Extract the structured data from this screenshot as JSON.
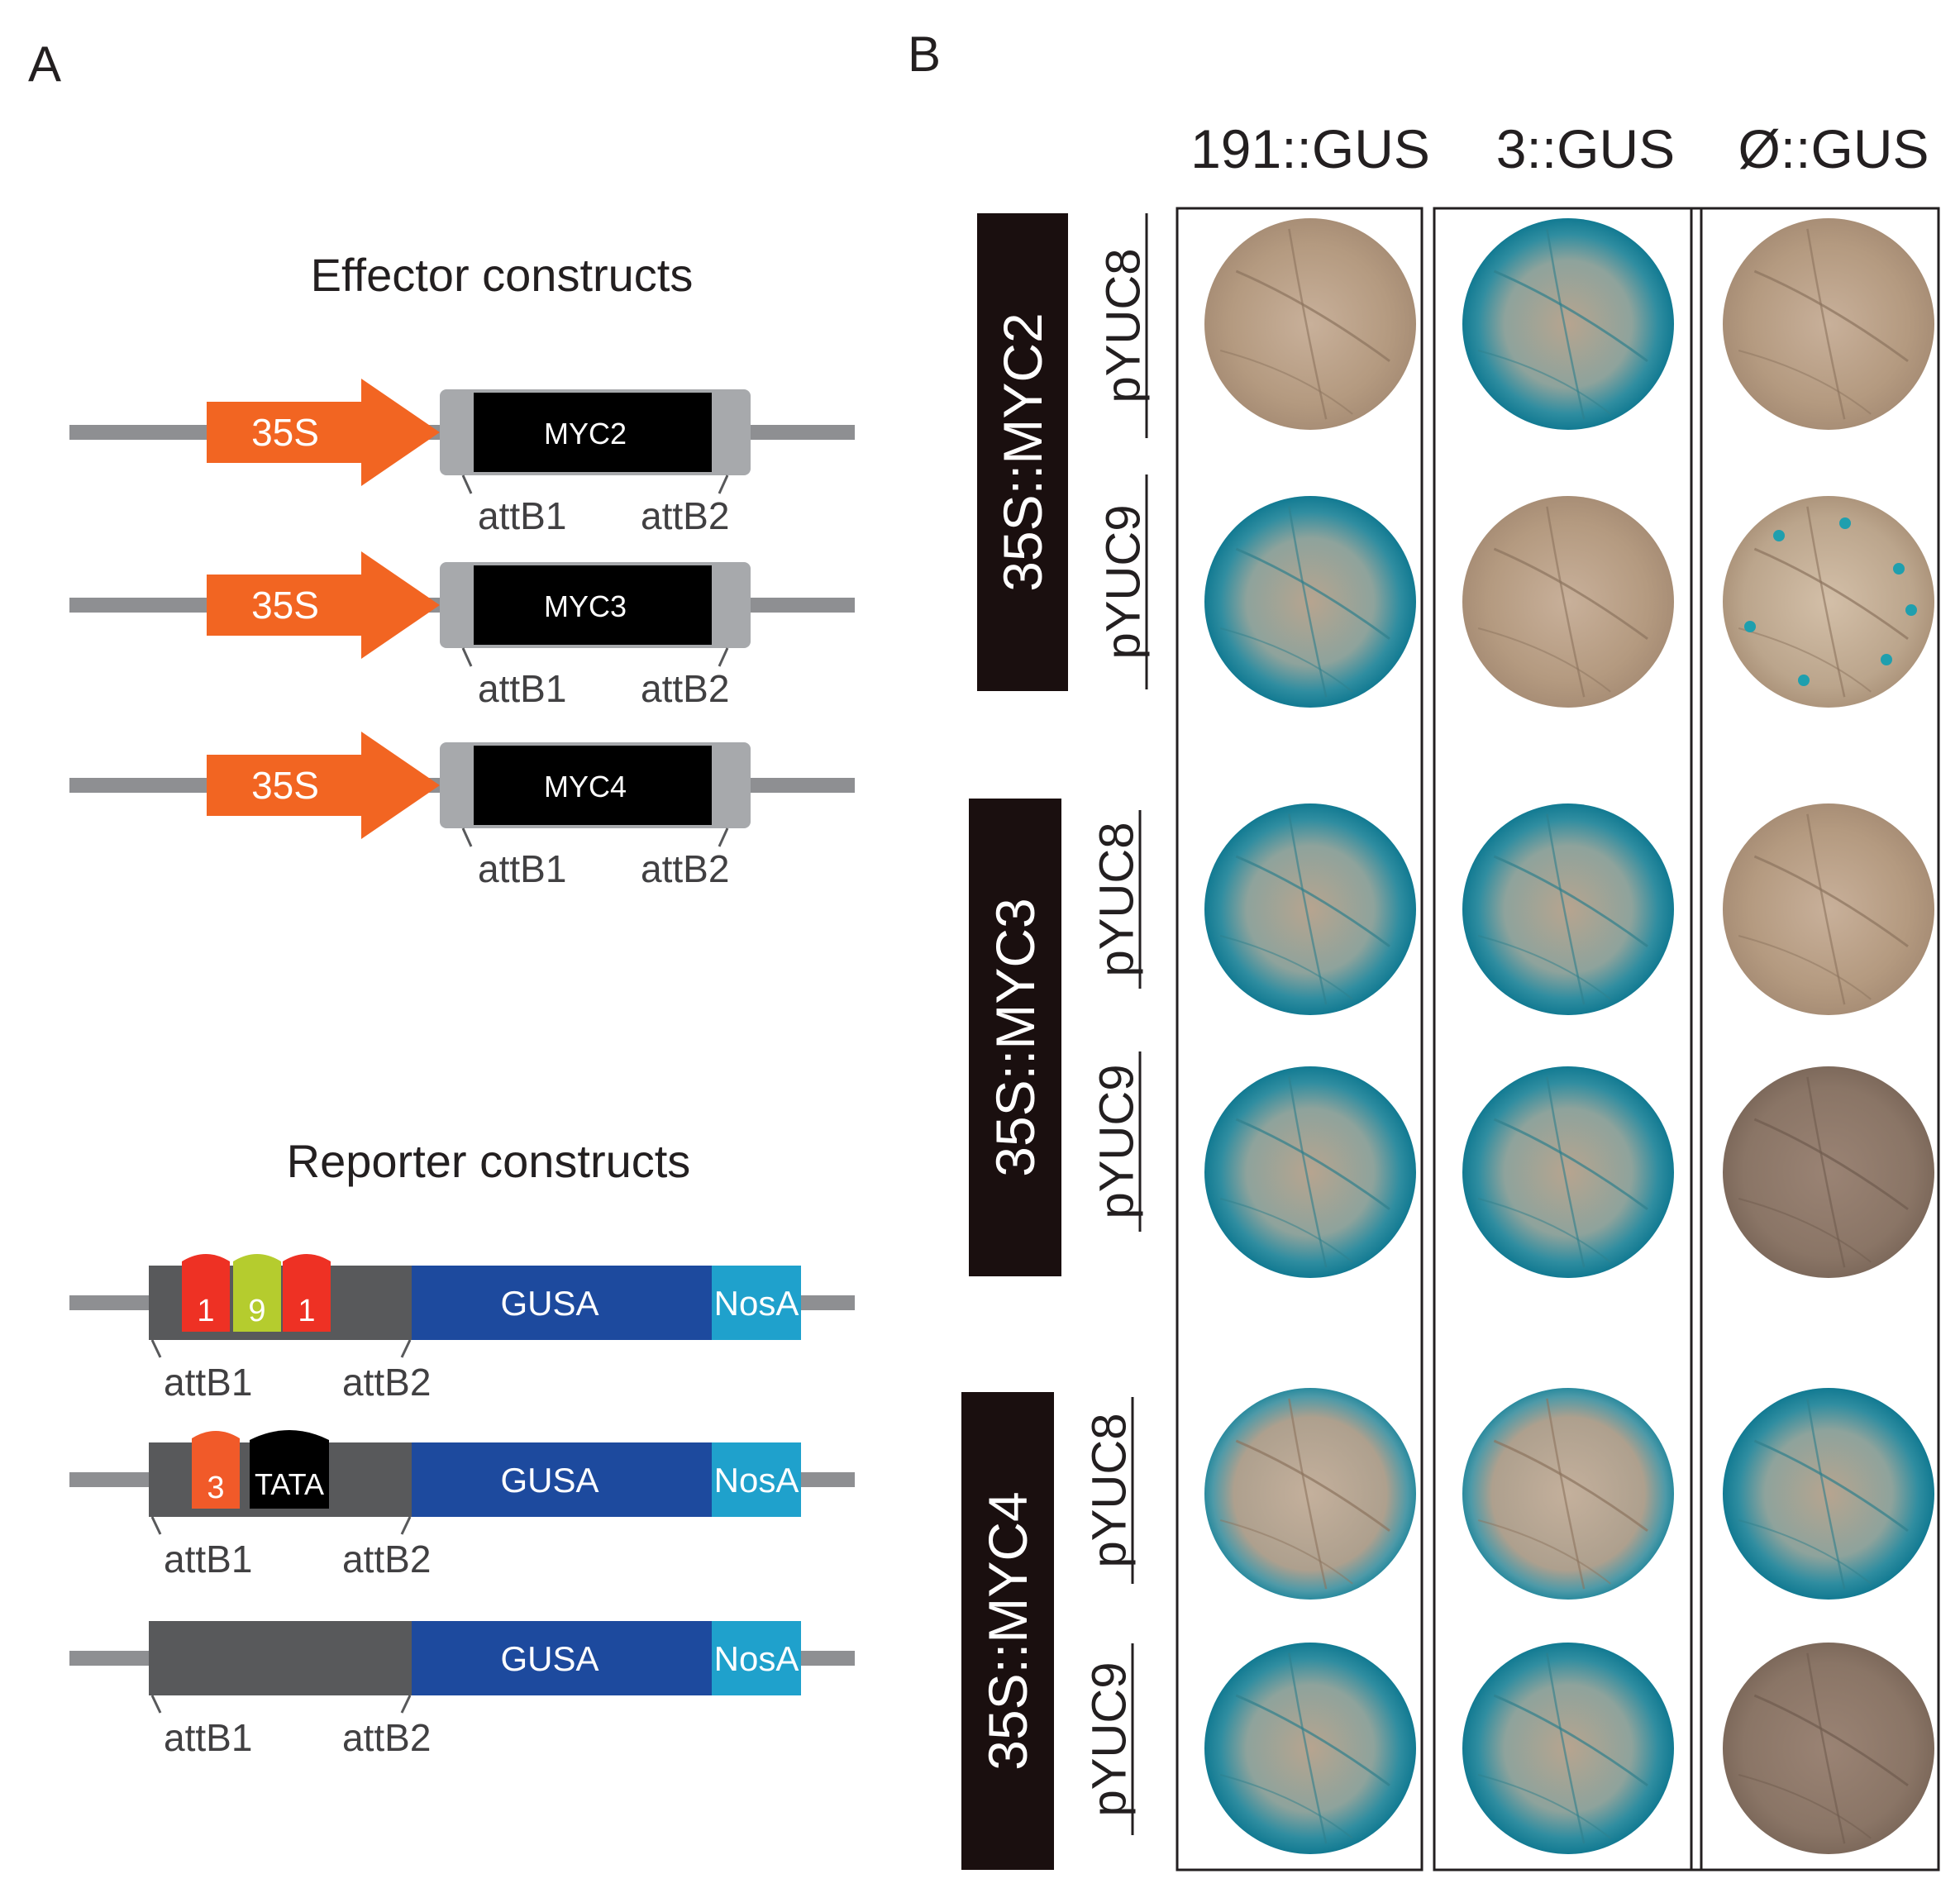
{
  "panel_a": {
    "label": "A",
    "effector": {
      "title": "Effector constructs",
      "constructs": [
        {
          "promoter": "35S",
          "gene": "MYC2",
          "site_left": "attB1",
          "site_right": "attB2"
        },
        {
          "promoter": "35S",
          "gene": "MYC3",
          "site_left": "attB1",
          "site_right": "attB2"
        },
        {
          "promoter": "35S",
          "gene": "MYC4",
          "site_left": "attB1",
          "site_right": "attB2"
        }
      ]
    },
    "reporter": {
      "title": "Reporter constructs",
      "constructs": [
        {
          "elements": [
            "1",
            "9",
            "1"
          ],
          "reporter": "GUSA",
          "terminator": "NosA",
          "site_left": "attB1",
          "site_right": "attB2"
        },
        {
          "elements": [
            "3",
            "TATA"
          ],
          "reporter": "GUSA",
          "terminator": "NosA",
          "site_left": "attB1",
          "site_right": "attB2"
        },
        {
          "elements": [],
          "reporter": "GUSA",
          "terminator": "NosA",
          "site_left": "attB1",
          "site_right": "attB2"
        }
      ]
    }
  },
  "panel_b": {
    "label": "B",
    "columns": [
      "191::GUS",
      "3::GUS",
      "Ø::GUS"
    ],
    "effector_groups": [
      {
        "label": "35S::MYC2",
        "rows": [
          {
            "label": "pYUC8",
            "stain": [
              "weak",
              "strong",
              "weak"
            ]
          },
          {
            "label": "pYUC9",
            "stain": [
              "strong",
              "weak",
              "spots"
            ]
          }
        ]
      },
      {
        "label": "35S::MYC3",
        "rows": [
          {
            "label": "pYUC8",
            "stain": [
              "strong",
              "strong",
              "weak"
            ]
          },
          {
            "label": "pYUC9",
            "stain": [
              "strong",
              "strong",
              "none"
            ]
          }
        ]
      },
      {
        "label": "35S::MYC4",
        "rows": [
          {
            "label": "pYUC8",
            "stain": [
              "medium",
              "medium",
              "strong"
            ]
          },
          {
            "label": "pYUC9",
            "stain": [
              "strong",
              "strong",
              "none"
            ]
          }
        ]
      }
    ]
  },
  "colors": {
    "promoter": "#f26522",
    "cds": "#000000",
    "att_site": "#a7a9ac",
    "backbone": "#8e8f92",
    "reporter_body": "#58595b",
    "gusa": "#1d4a9e",
    "nosa": "#1fa1cc",
    "element_red": "#ee3124",
    "element_green": "#b5cc2e",
    "element_orange": "#f15a29",
    "effector_label_box": "#1a0f0f",
    "gus_blue": "#1f8fa6",
    "leaf_tan": "#b49a80",
    "leaf_dark": "#8a7566"
  }
}
